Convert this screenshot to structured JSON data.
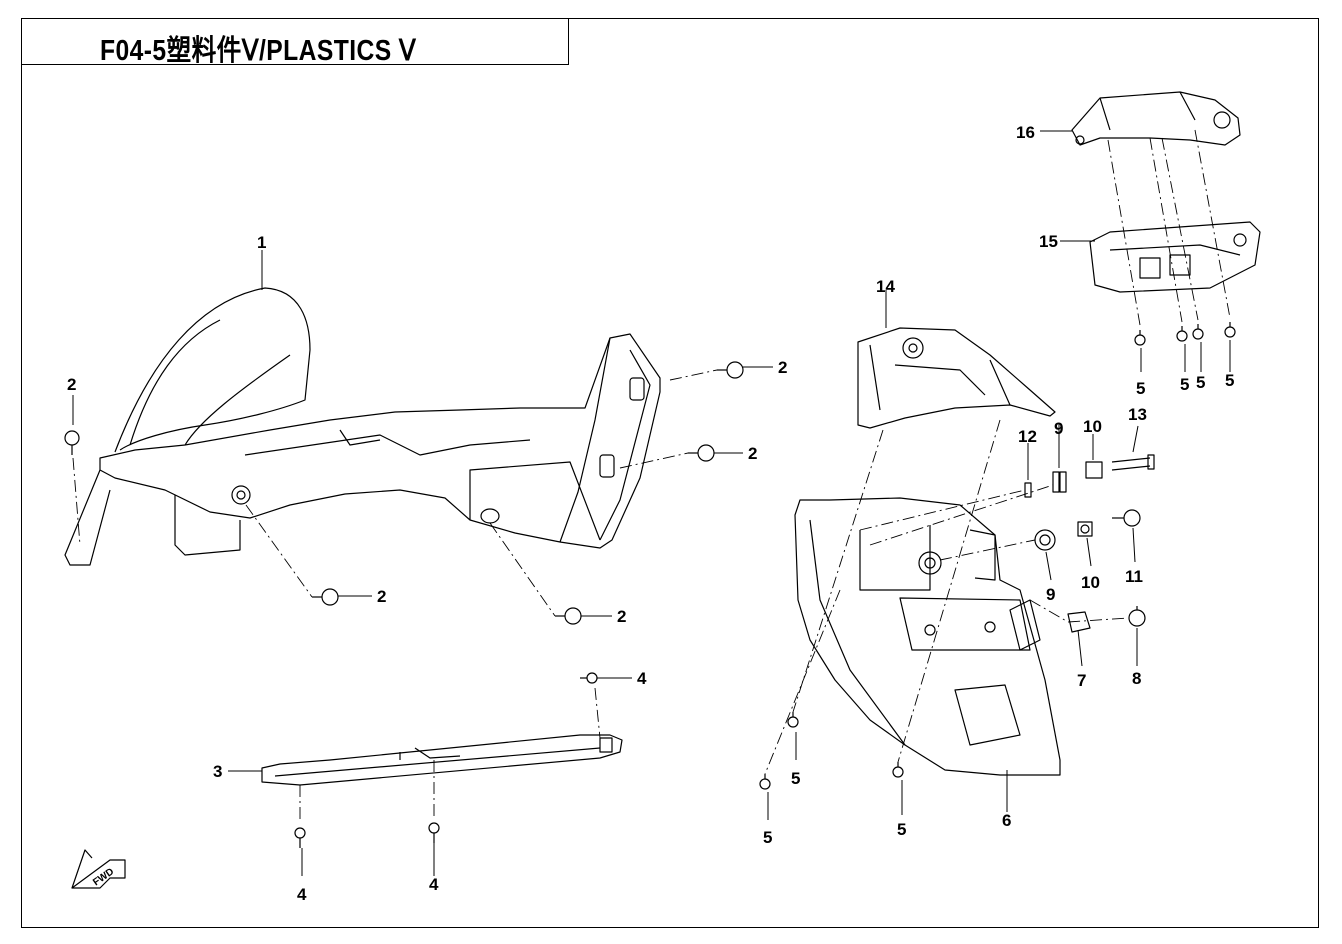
{
  "title": "F04-5塑料件Ⅴ/PLASTICS Ⅴ",
  "fwd_label": "FWD",
  "callouts": [
    {
      "id": "1",
      "text": "1"
    },
    {
      "id": "2a",
      "text": "2"
    },
    {
      "id": "2b",
      "text": "2"
    },
    {
      "id": "2c",
      "text": "2"
    },
    {
      "id": "2d",
      "text": "2"
    },
    {
      "id": "2e",
      "text": "2"
    },
    {
      "id": "3",
      "text": "3"
    },
    {
      "id": "4a",
      "text": "4"
    },
    {
      "id": "4b",
      "text": "4"
    },
    {
      "id": "4c",
      "text": "4"
    },
    {
      "id": "5a",
      "text": "5"
    },
    {
      "id": "5b",
      "text": "5"
    },
    {
      "id": "5c",
      "text": "5"
    },
    {
      "id": "5d",
      "text": "5"
    },
    {
      "id": "5e",
      "text": "5"
    },
    {
      "id": "5f",
      "text": "5"
    },
    {
      "id": "5g",
      "text": "5"
    },
    {
      "id": "6",
      "text": "6"
    },
    {
      "id": "7",
      "text": "7"
    },
    {
      "id": "8",
      "text": "8"
    },
    {
      "id": "9a",
      "text": "9"
    },
    {
      "id": "9b",
      "text": "9"
    },
    {
      "id": "10a",
      "text": "10"
    },
    {
      "id": "10b",
      "text": "10"
    },
    {
      "id": "11",
      "text": "11"
    },
    {
      "id": "12",
      "text": "12"
    },
    {
      "id": "13",
      "text": "13"
    },
    {
      "id": "14",
      "text": "14"
    },
    {
      "id": "15",
      "text": "15"
    },
    {
      "id": "16",
      "text": "16"
    }
  ]
}
